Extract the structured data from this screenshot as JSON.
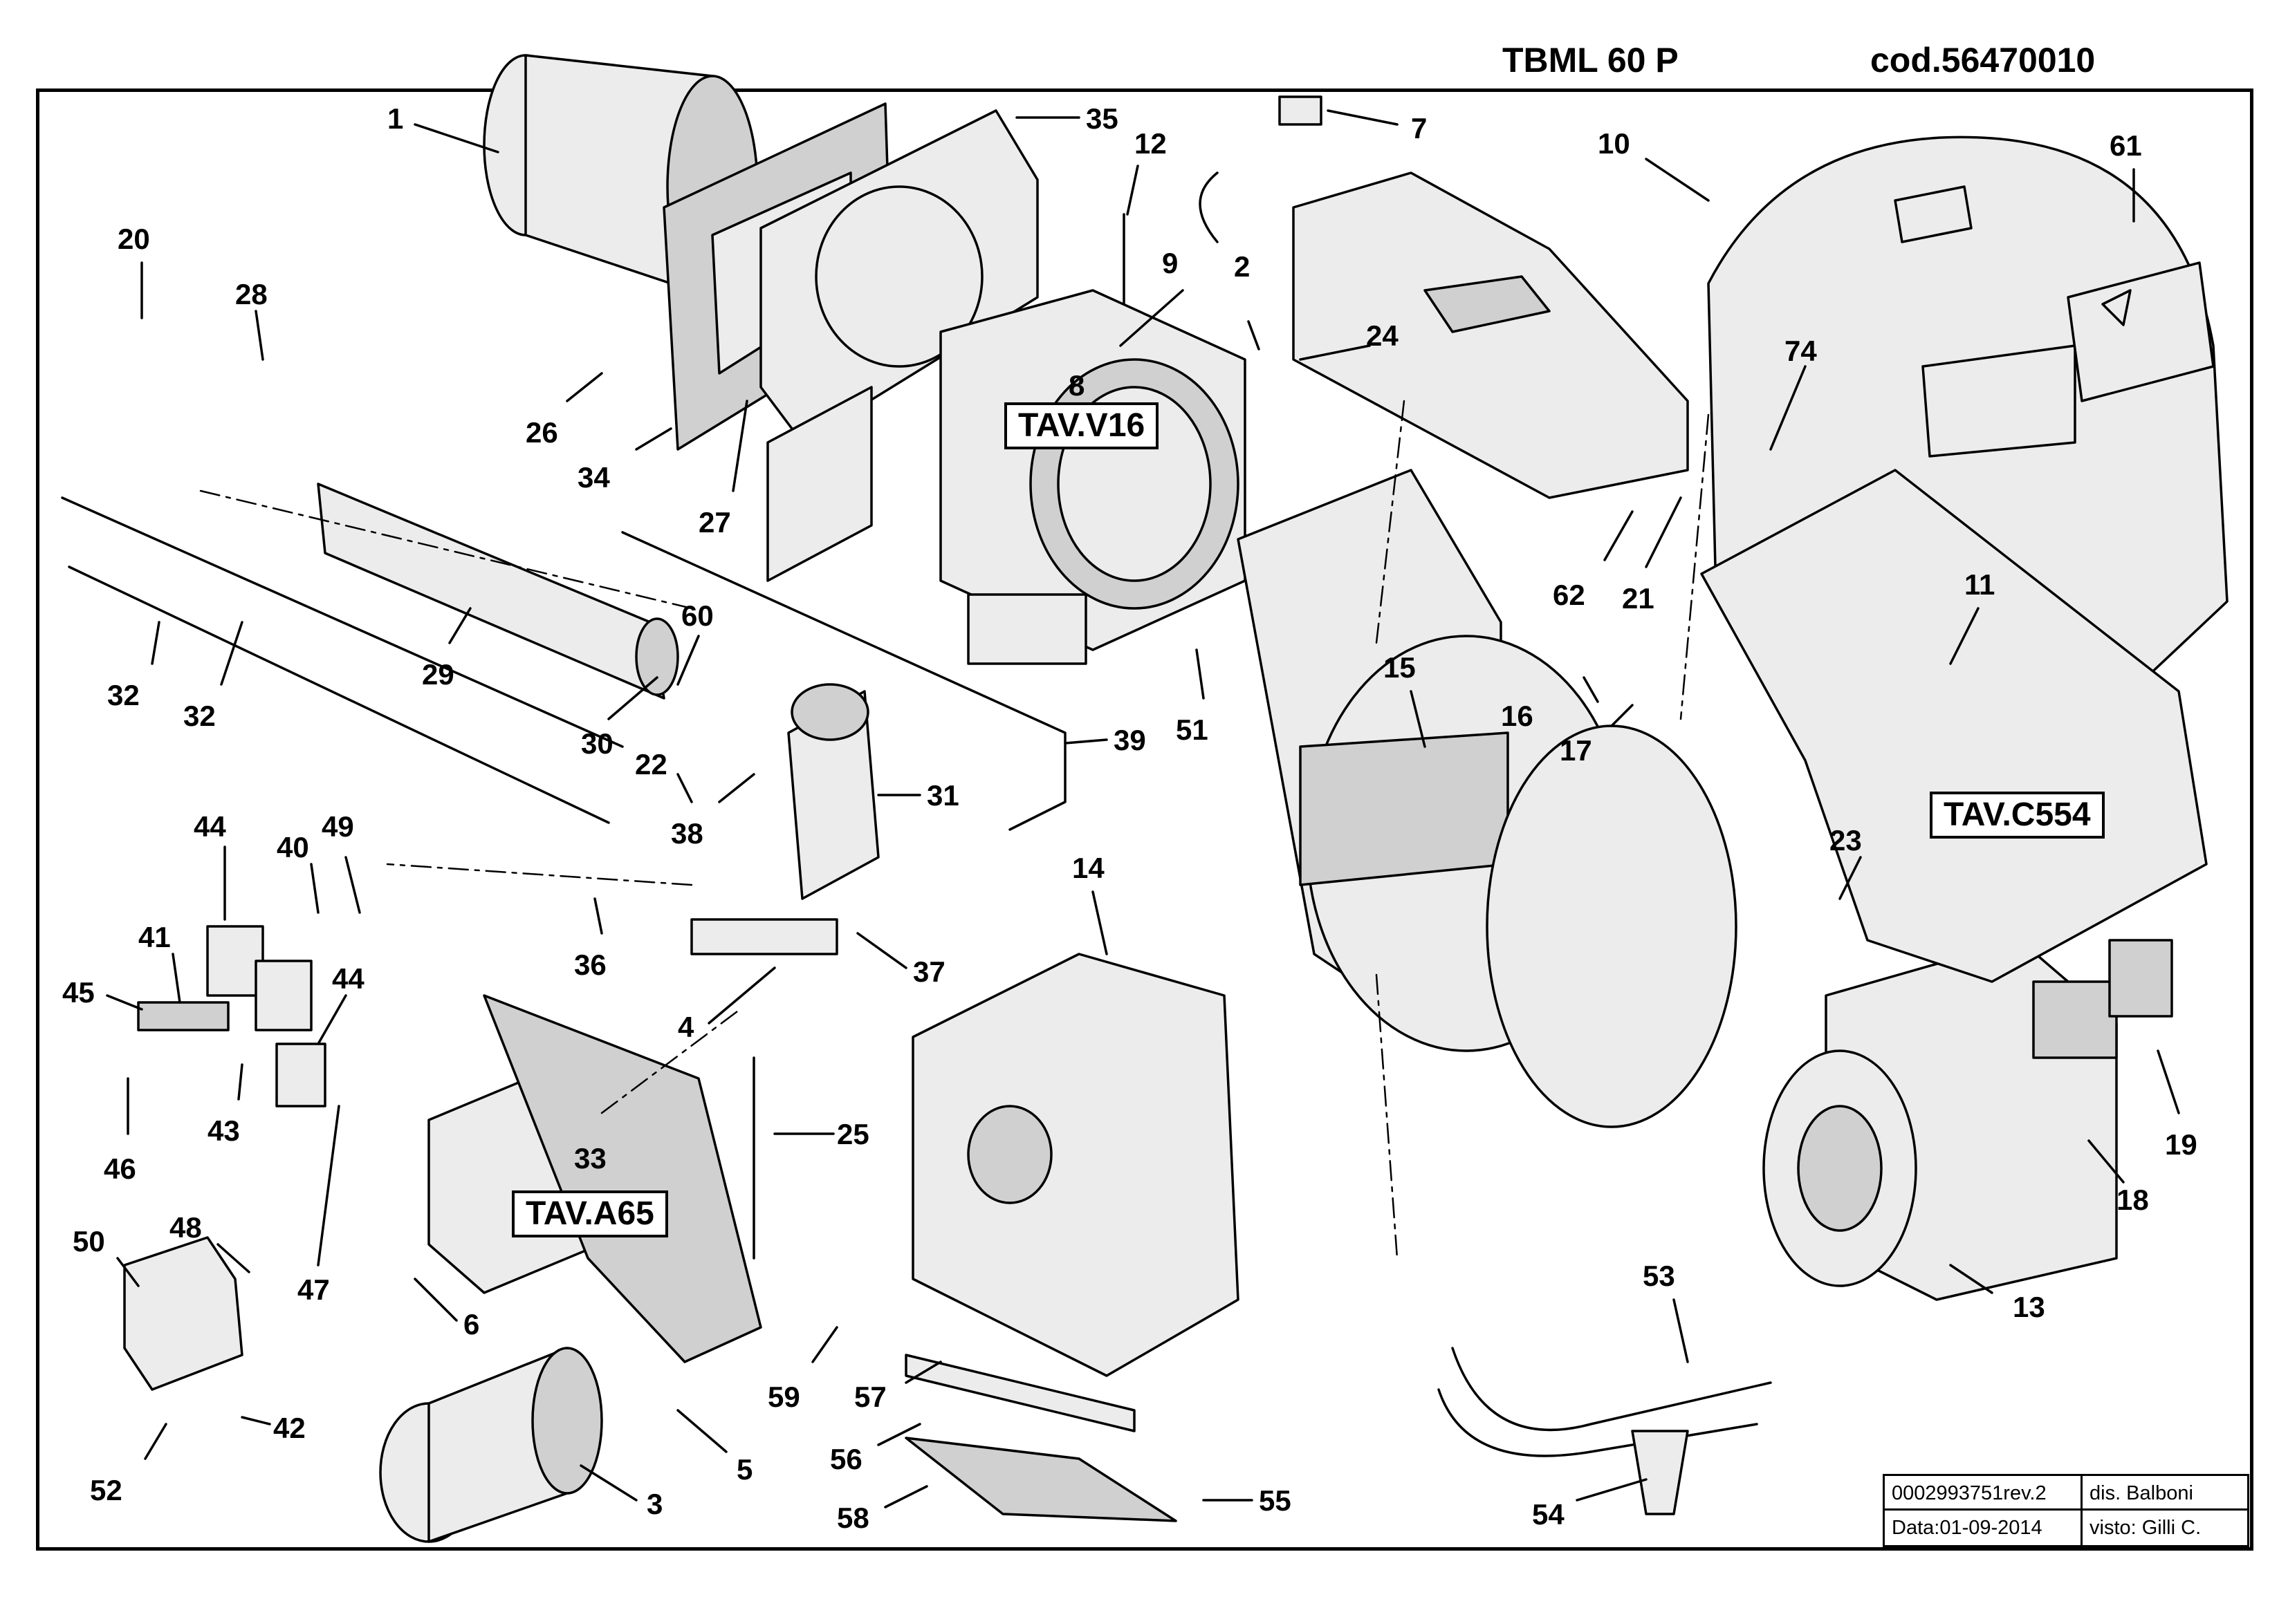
{
  "header": {
    "model": "TBML 60 P",
    "code": "cod.56470010"
  },
  "references": {
    "v16": "TAV.V16",
    "c554": "TAV.C554",
    "a65": "TAV.A65"
  },
  "title_block": {
    "doc_number": "0002993751rev.2",
    "drawn_by": "dis. Balboni",
    "date": "Data:01-09-2014",
    "checked_by": "visto: Gilli C."
  },
  "part_numbers": {
    "p1": "1",
    "p2": "2",
    "p3": "3",
    "p4": "4",
    "p5": "5",
    "p6": "6",
    "p7": "7",
    "p8": "8",
    "p9": "9",
    "p10": "10",
    "p11": "11",
    "p12": "12",
    "p13": "13",
    "p14": "14",
    "p15": "15",
    "p16": "16",
    "p17": "17",
    "p18": "18",
    "p19": "19",
    "p20": "20",
    "p21": "21",
    "p22": "22",
    "p23": "23",
    "p24": "24",
    "p25": "25",
    "p26": "26",
    "p27": "27",
    "p28": "28",
    "p29": "29",
    "p30": "30",
    "p31": "31",
    "p32": "32",
    "p33": "33",
    "p34": "34",
    "p35": "35",
    "p36": "36",
    "p37": "37",
    "p38": "38",
    "p39": "39",
    "p40": "40",
    "p41": "41",
    "p42": "42",
    "p43": "43",
    "p44": "44",
    "p45": "45",
    "p46": "46",
    "p47": "47",
    "p48": "48",
    "p49": "49",
    "p50": "50",
    "p51": "51",
    "p52": "52",
    "p53": "53",
    "p54": "54",
    "p55": "55",
    "p56": "56",
    "p57": "57",
    "p58": "58",
    "p59": "59",
    "p60": "60",
    "p61": "61",
    "p62": "62",
    "p74": "74"
  }
}
